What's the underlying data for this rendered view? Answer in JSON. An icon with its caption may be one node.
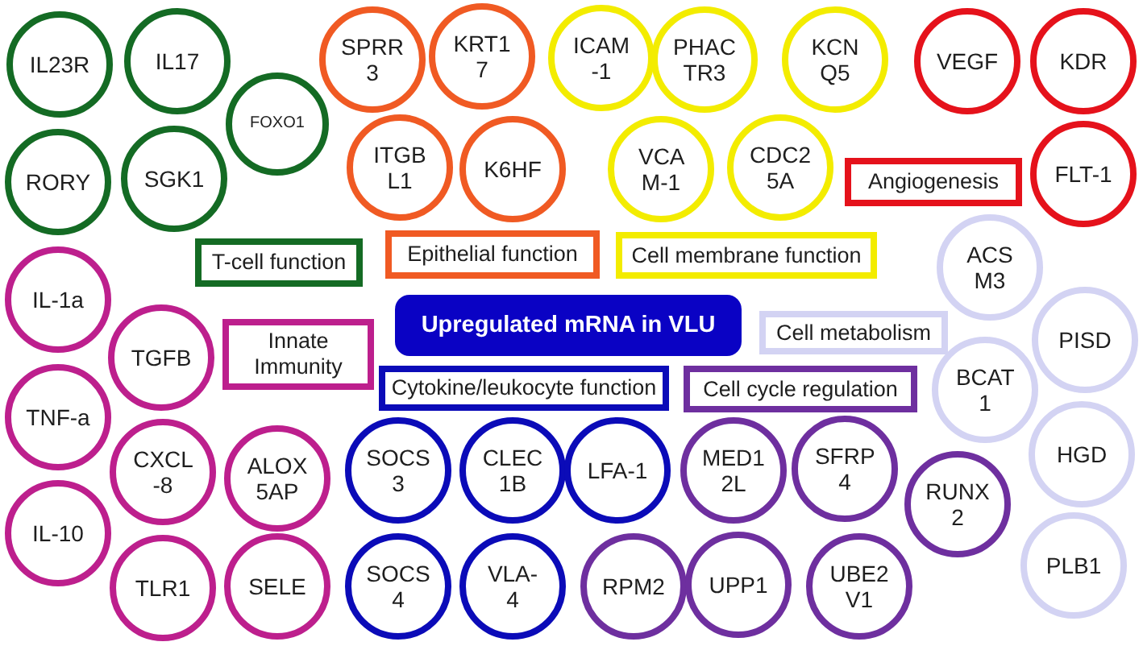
{
  "diagram": {
    "nodes": [
      {
        "text": [
          "IL23R"
        ]
      },
      {
        "text": [
          "IL17"
        ]
      },
      {
        "text": [
          "SPRR 3"
        ]
      },
      {
        "text": [
          "KRT1 7"
        ]
      },
      {
        "text": [
          "ICAM -1"
        ]
      },
      {
        "text": [
          "PHAC TR3"
        ]
      },
      {
        "text": [
          "KCN Q5"
        ]
      },
      {
        "text": [
          "VEGF"
        ]
      },
      {
        "text": [
          "KDR"
        ]
      },
      {
        "text": [
          "RORY"
        ]
      },
      {
        "text": [
          "SGK1"
        ]
      },
      {
        "text": [
          "FOXO1"
        ]
      },
      {
        "text": [
          "ITGB L1"
        ]
      },
      {
        "text": [
          "K6HF"
        ]
      },
      {
        "text": [
          "VCA M-1"
        ]
      },
      {
        "text": [
          "CDC2 5A"
        ]
      },
      {
        "text": [
          "Angiogenesis"
        ]
      },
      {
        "text": [
          "FLT-1"
        ]
      },
      {
        "text": [
          "T-cell function"
        ]
      },
      {
        "text": [
          "Epithelial function"
        ]
      },
      {
        "text": [
          "Cell membrane function"
        ]
      },
      {
        "text": [
          "ACS M3"
        ]
      },
      {
        "text": [
          "IL-1a"
        ]
      },
      {
        "text": [
          "TGFB"
        ]
      },
      {
        "text": [
          "Innate Immunity"
        ]
      },
      {
        "text": [
          "Upregulated mRNA in VLU"
        ]
      },
      {
        "text": [
          "Cell metabolism"
        ]
      },
      {
        "text": [
          "PISD"
        ]
      },
      {
        "text": [
          "BCAT 1"
        ]
      },
      {
        "text": [
          "Cytokine/leukocyte function"
        ]
      },
      {
        "text": [
          "Cell cycle regulation"
        ]
      },
      {
        "text": [
          "TNF-a"
        ]
      },
      {
        "text": [
          "CXCL -8"
        ]
      },
      {
        "text": [
          "ALOX 5AP"
        ]
      },
      {
        "text": [
          "SOCS 3"
        ]
      },
      {
        "text": [
          "CLEC 1B"
        ]
      },
      {
        "text": [
          "LFA-1"
        ]
      },
      {
        "text": [
          "MED1 2L"
        ]
      },
      {
        "text": [
          "SFRP 4"
        ]
      },
      {
        "text": [
          "HGD"
        ]
      },
      {
        "text": [
          "RUNX 2"
        ]
      },
      {
        "text": [
          "IL-10"
        ]
      },
      {
        "text": [
          "TLR1"
        ]
      },
      {
        "text": [
          "SELE"
        ]
      },
      {
        "text": [
          "SOCS 4"
        ]
      },
      {
        "text": [
          "VLA- 4"
        ]
      },
      {
        "text": [
          "RPM2"
        ]
      },
      {
        "text": [
          "UPP1"
        ]
      },
      {
        "text": [
          "UBE2 V1"
        ]
      },
      {
        "text": [
          "PLB1"
        ]
      }
    ]
  }
}
